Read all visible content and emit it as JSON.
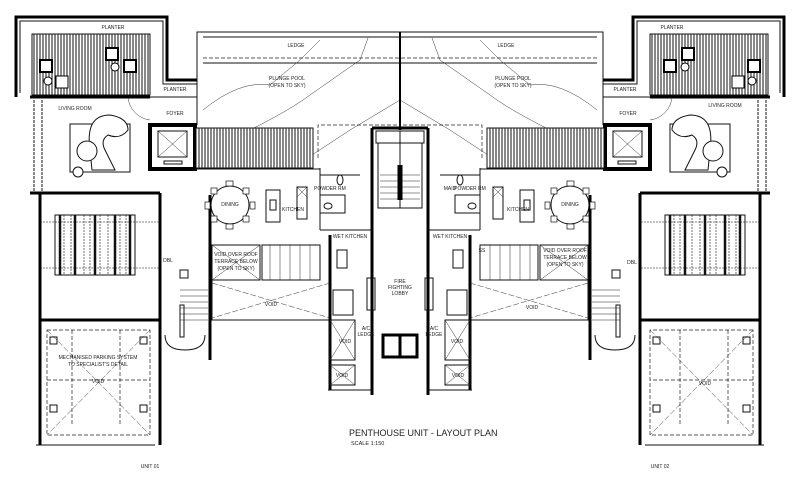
{
  "plan": {
    "title": "PENTHOUSE UNIT - LAYOUT PLAN",
    "scale": "SCALE 1:150",
    "units": [
      "UNIT 01",
      "UNIT 02"
    ]
  },
  "rooms": {
    "planter": "PLANTER",
    "ledge": "LEDGE",
    "plunge_pool": "PLUNGE POOL",
    "open_to_sky": "(OPEN TO SKY)",
    "living_room": "LIVING ROOM",
    "foyer": "FOYER",
    "dining": "DINING",
    "kitchen": "KITCHEN",
    "powder_rm": "POWDER RM",
    "maid": "MAID",
    "wet_kitchen": "WET KITCHEN",
    "fire_fighting_lobby_1": "FIRE",
    "fire_fighting_lobby_2": "FIGHTING",
    "fire_fighting_lobby_3": "LOBBY",
    "ac_ledge_1": "A/C",
    "ac_ledge_2": "LEDGE",
    "void": "VOID",
    "void_over_roof_1": "VOID OVER ROOF",
    "void_over_roof_2": "TERRACE BELOW",
    "void_over_roof_3": "(OPEN TO SKY)",
    "mech_parking_1": "MECHANISED PARKING SYSTEM",
    "mech_parking_2": "TO SPECIALIST'S DETAIL",
    "ss": "SS",
    "dbl": "DBL"
  }
}
